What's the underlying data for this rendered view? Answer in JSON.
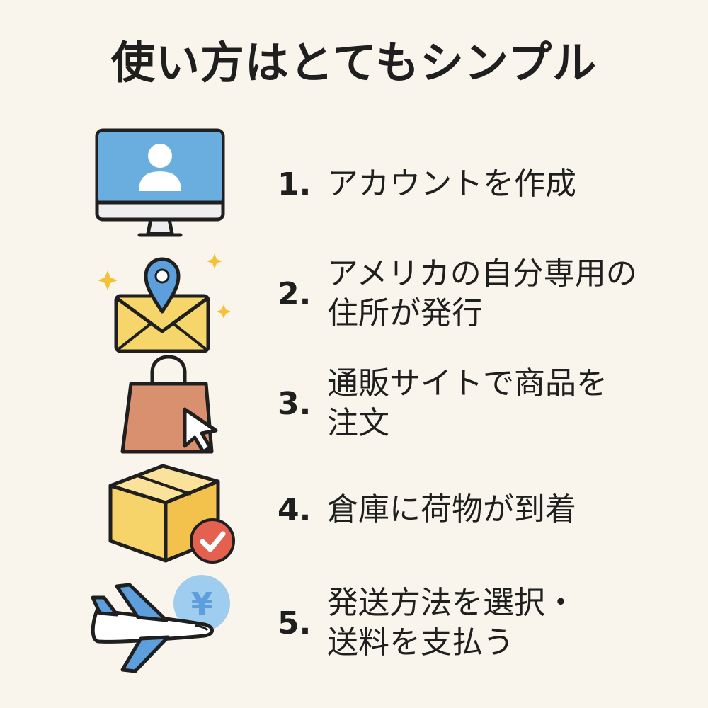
{
  "title": "使い方はとてもシンプル",
  "steps": [
    {
      "number": "1.",
      "lines": [
        "アカウントを作成"
      ],
      "icon": "computer-user-icon"
    },
    {
      "number": "2.",
      "lines": [
        "アメリカの自分専用の",
        "住所が発行"
      ],
      "icon": "envelope-location-icon"
    },
    {
      "number": "3.",
      "lines": [
        "通販サイトで商品を",
        "注文"
      ],
      "icon": "shopping-bag-cursor-icon"
    },
    {
      "number": "4.",
      "lines": [
        "倉庫に荷物が到着"
      ],
      "icon": "package-check-icon"
    },
    {
      "number": "5.",
      "lines": [
        "発送方法を選択・",
        "送料を支払う"
      ],
      "icon": "airplane-yen-icon"
    }
  ],
  "colors": {
    "background": "#f9f5ec",
    "screen_blue": "#6aaee0",
    "envelope_yellow": "#f6d66b",
    "bag_terracotta": "#d9906f",
    "box_yellow": "#f7d46a",
    "check_red": "#e4604f",
    "plane_blue": "#5c9fdc",
    "yen_circle": "#9fcdef"
  }
}
